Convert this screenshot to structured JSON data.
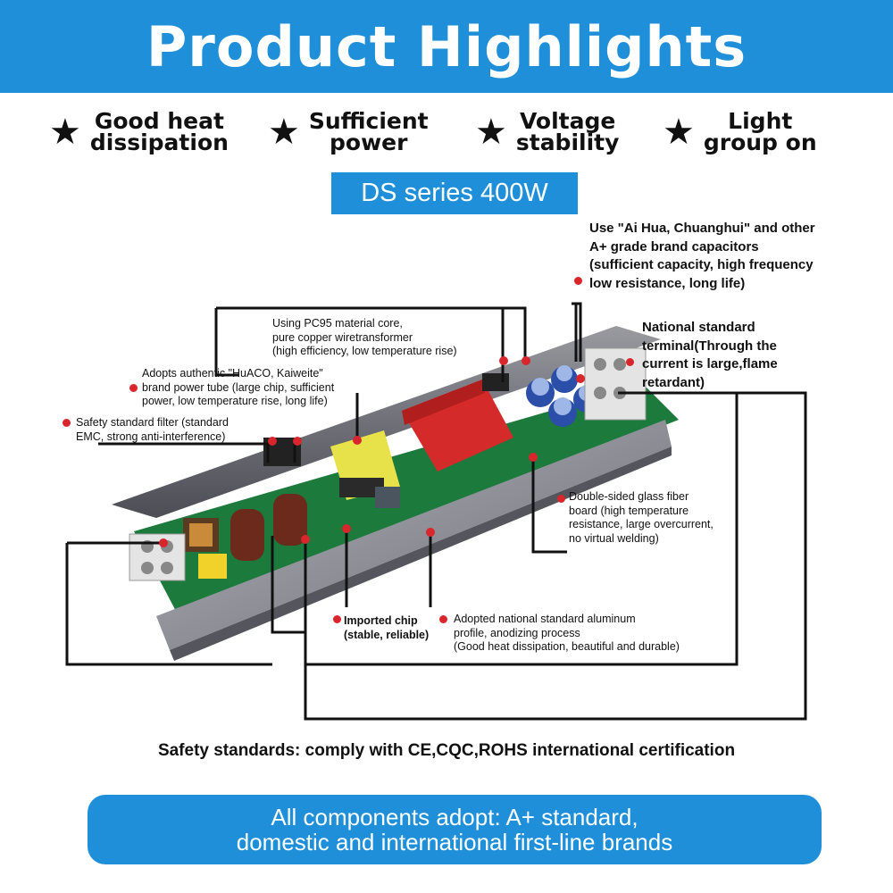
{
  "banner": {
    "title": "Product Highlights"
  },
  "features": [
    {
      "text": "Good heat\ndissipation"
    },
    {
      "text": "Sufficient\npower"
    },
    {
      "text": "Voltage\nstability"
    },
    {
      "text": "Light\ngroup on"
    }
  ],
  "series_label": "DS series 400W",
  "annotations": {
    "capacitors": "Use \"Ai Hua, Chuanghui\" and other\nA+ grade brand capacitors\n(sufficient capacity, high frequency\nlow resistance, long life)",
    "terminal": "National standard\nterminal(Through the\ncurrent is large,flame\nretardant)",
    "transformer": "Using PC95 material core,\npure copper wiretransformer\n(high efficiency, low temperature rise)",
    "power_tube": "Adopts authentic \"HuACO, Kaiweite\"\nbrand power tube (large chip, sufficient\npower, low temperature rise, long life)",
    "filter": "Safety standard filter (standard\nEMC, strong anti-interference)",
    "fiber_board": "Double-sided glass fiber\nboard (high temperature\nresistance, large overcurrent,\nno virtual welding)",
    "chip": "Imported chip\n(stable, reliable)",
    "aluminum": "Adopted national standard aluminum\nprofile, anodizing process\n(Good heat dissipation, beautiful and durable)"
  },
  "safety_text": "Safety standards: comply with CE,CQC,ROHS international certification",
  "footer": {
    "line1": "All components adopt: A+ standard,",
    "line2": "domestic and international first-line brands"
  },
  "colors": {
    "accent": "#1e8fd8",
    "dot": "#d8262c"
  }
}
